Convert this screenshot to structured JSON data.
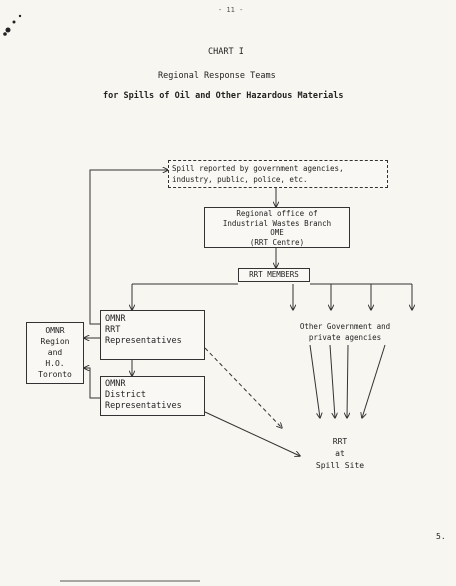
{
  "header": {
    "page_mark": "- 11 -",
    "chart_label": "CHART I",
    "title_line1": "Regional Response Teams",
    "title_line2": "for Spills of Oil and Other Hazardous Materials"
  },
  "nodes": {
    "spill_report": {
      "line1": "Spill reported by government agencies,",
      "line2": "industry, public, police, etc."
    },
    "regional_office": {
      "line1": "Regional office of",
      "line2": "Industrial Wastes Branch",
      "line3": "OME",
      "line4": "(RRT Centre)"
    },
    "rrt_members": {
      "label": "RRT MEMBERS"
    },
    "omnr_rrt": {
      "line1": "OMNR",
      "line2": "RRT",
      "line3": "Representatives"
    },
    "omnr_district": {
      "line1": "OMNR",
      "line2": "District",
      "line3": "Representatives"
    },
    "other_agencies": {
      "line1": "Other Government and",
      "line2": "private agencies"
    },
    "omnr_region": {
      "line1": "OMNR",
      "line2": "Region",
      "line3": "and",
      "line4": "H.O.",
      "line5": "Toronto"
    },
    "spill_site": {
      "line1": "RRT",
      "line2": "at",
      "line3": "Spill Site"
    }
  },
  "footer": {
    "page_number": "5."
  }
}
